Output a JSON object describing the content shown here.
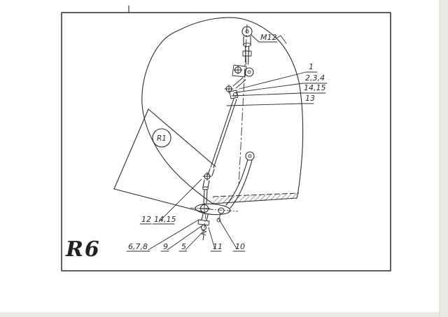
{
  "colors": {
    "ink": "#2e2d2b",
    "paper": "#ffffff",
    "scan_edge": "#eceae7"
  },
  "labels": {
    "m12": "M12",
    "r1": "R1",
    "c1": "1",
    "c234": "2,3,4",
    "c1415_right": "14,15",
    "c13": "13",
    "c12": "12",
    "c1415_left": "14,15",
    "c678": "6,7,8",
    "c9": "9",
    "c5": "5",
    "c11": "11",
    "c10": "10",
    "sheet_ref": "R6"
  }
}
